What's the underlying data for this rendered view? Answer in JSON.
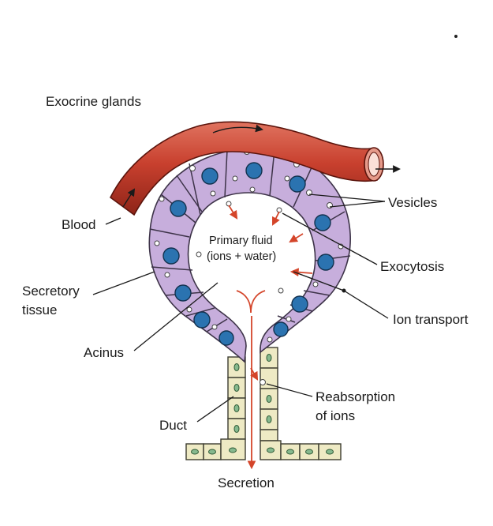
{
  "labels": {
    "exocrine_glands": "Exocrine glands",
    "blood": "Blood",
    "vesicles": "Vesicles",
    "primary_fluid_line1": "Primary fluid",
    "primary_fluid_line2": "(ions + water)",
    "exocytosis": "Exocytosis",
    "secretory_tissue_line1": "Secretory",
    "secretory_tissue_line2": "tissue",
    "ion_transport": "Ion transport",
    "acinus": "Acinus",
    "reabsorption_line1": "Reabsorption",
    "reabsorption_line2": "of ions",
    "duct": "Duct",
    "secretion": "Secretion"
  },
  "colors": {
    "blood_vessel": "#c8402e",
    "secretory_cell": "#c7aedc",
    "nucleus": "#2b73b0",
    "duct_cell": "#eeeac4",
    "flow_arrow": "#d4452a"
  }
}
